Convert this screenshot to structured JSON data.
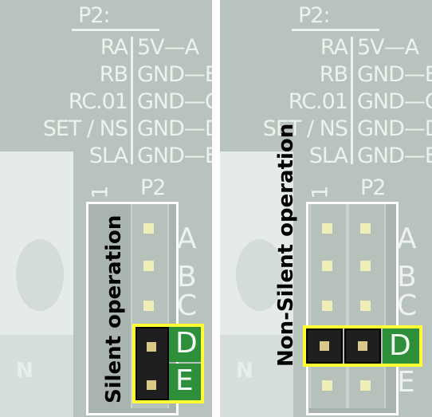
{
  "silk": {
    "header": "P2:",
    "left_labels": [
      "RA",
      "RB",
      "RC.01",
      "SET / NS",
      "SLA"
    ],
    "right_labels": [
      "5V—A",
      "GND—B",
      "GND—C",
      "GND—D",
      "GND—E"
    ],
    "pin_one": "1",
    "connector": "P2",
    "rows": [
      "A",
      "B",
      "C",
      "D",
      "E"
    ],
    "n_mark": "N"
  },
  "left_pane": {
    "caption": "Silent operation",
    "jumper_rows": [
      "D",
      "E"
    ],
    "colors": {
      "highlight": "#ffff35",
      "jumper": "#1f1f1f",
      "active": "#2e8f3a"
    }
  },
  "right_pane": {
    "caption": "Non-Silent operation",
    "jumper_rows": [
      "D"
    ],
    "colors": {
      "highlight": "#ffff35",
      "jumper": "#1f1f1f",
      "active": "#2e8f3a"
    }
  }
}
